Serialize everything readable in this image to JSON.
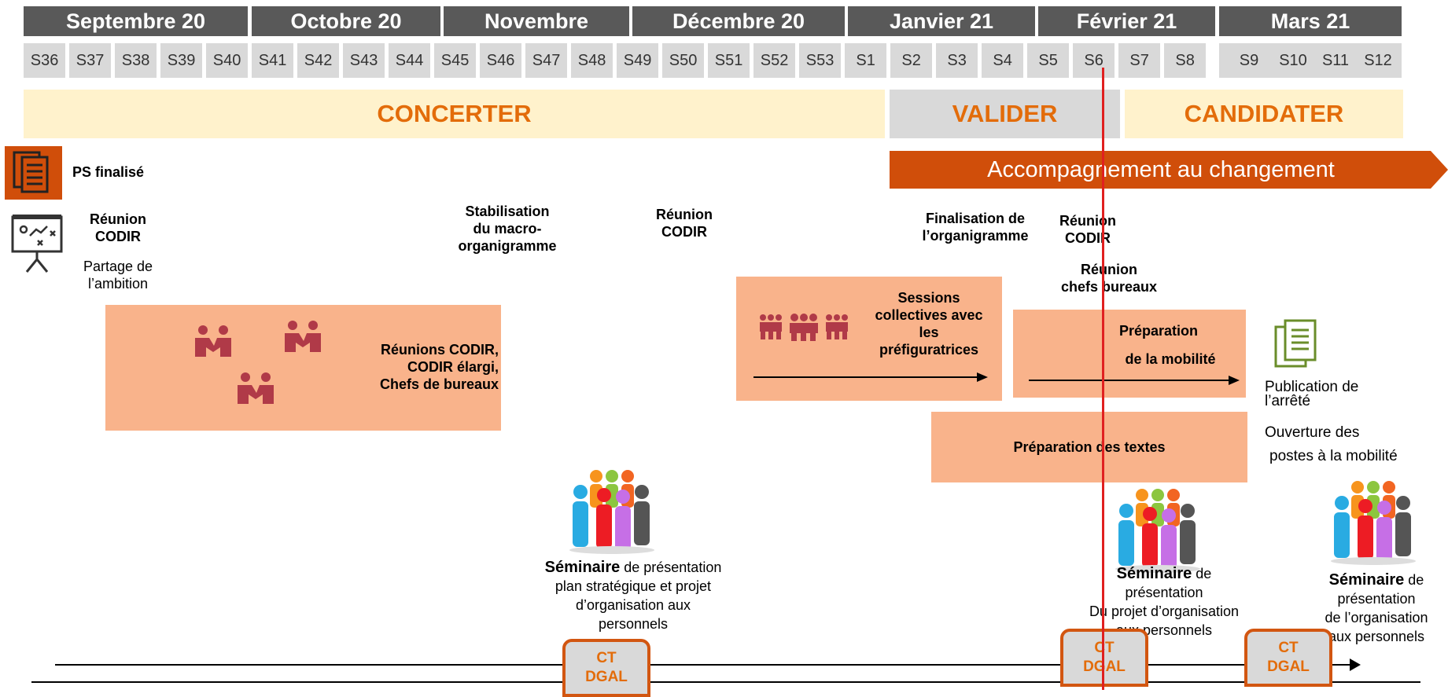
{
  "months": [
    "Septembre 20",
    "Octobre 20",
    "Novembre",
    "Décembre 20",
    "Janvier 21",
    "Février 21",
    "Mars 21"
  ],
  "weeks": [
    "S36",
    "S37",
    "S38",
    "S39",
    "S40",
    "S41",
    "S42",
    "S43",
    "S44",
    "S45",
    "S46",
    "S47",
    "S48",
    "S49",
    "S50",
    "S51",
    "S52",
    "S53",
    "S1",
    "S2",
    "S3",
    "S4",
    "S5",
    "S6",
    "S7",
    "S8",
    "S9",
    "S10",
    "S11",
    "S12"
  ],
  "phases": {
    "concerter": "CONCERTER",
    "valider": "VALIDER",
    "candidater": "CANDIDATER"
  },
  "banner": "Accompagnement au changement",
  "ps": "PS finalisé",
  "reunion_codir_1": {
    "line1": "Réunion",
    "line2": "CODIR"
  },
  "partage": {
    "line1": "Partage de",
    "line2": "l’ambition"
  },
  "stabilisation": {
    "line1": "Stabilisation",
    "line2": "du macro-",
    "line3": "organigramme"
  },
  "reunion_codir_2": {
    "line1": "Réunion",
    "line2": "CODIR"
  },
  "finalisation": {
    "line1": "Finalisation de",
    "line2": "l’organigramme"
  },
  "reunion_codir_3": {
    "line1": "Réunion",
    "line2": "CODIR"
  },
  "reunion_chefs": {
    "line1": "Réunion",
    "line2": "chefs bureaux"
  },
  "reunions_box": {
    "line1": "Réunions CODIR,",
    "line2": "CODIR élargi,",
    "line3": "Chefs de bureaux"
  },
  "sessions_box": {
    "line1": "Sessions",
    "line2": "collectives avec",
    "line3": "les",
    "line4": "préfiguratrices"
  },
  "preparation_mobilite": {
    "line1": "Préparation",
    "line2": "de la mobilité"
  },
  "preparation_textes": "Préparation des textes",
  "publication": {
    "line1": "Publication de",
    "line2": "l’arrêté"
  },
  "ouverture": {
    "line1": "Ouverture des",
    "line2": "postes à la mobilité"
  },
  "seminaire1": {
    "bold": "Séminaire",
    "rest": " de présentation",
    "line2": "plan stratégique et projet",
    "line3": "d’organisation aux",
    "line4": "personnels"
  },
  "seminaire2": {
    "bold": "Séminaire",
    "rest": " de",
    "line2": "présentation",
    "line3": "Du projet d’organisation",
    "line4": "aux personnels"
  },
  "seminaire3": {
    "bold": "Séminaire",
    "rest": " de",
    "line2": "présentation",
    "line3": "de l’organisation",
    "line4": "aux personnels"
  },
  "ct": {
    "line1": "CT",
    "line2": "DGAL"
  }
}
